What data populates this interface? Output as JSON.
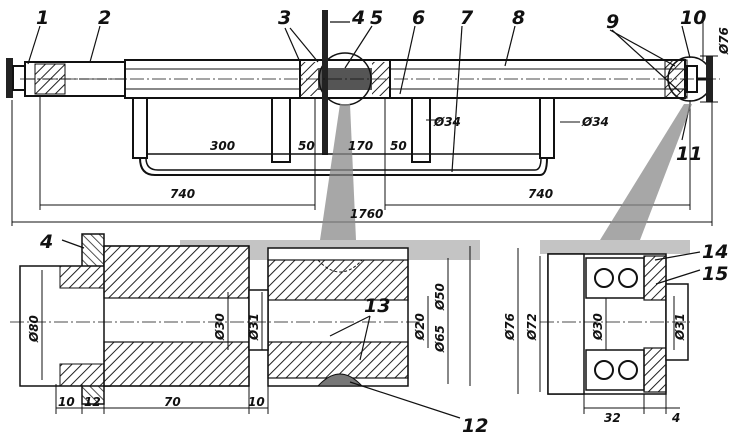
{
  "title": "",
  "callouts": [
    "1",
    "2",
    "3",
    "4",
    "5",
    "6",
    "7",
    "8",
    "9",
    "10",
    "11",
    "12",
    "13",
    "14",
    "15"
  ],
  "dimensions": {
    "shaft_dia_76": "Ø76",
    "post_dia_a": "Ø34",
    "post_dia_b": "Ø34",
    "span_300": "300",
    "gap_50_a": "50",
    "span_170": "170",
    "gap_50_b": "50",
    "half_left_740": "740",
    "half_right_740": "740",
    "overall_1760": "1760",
    "detail_dia_80": "Ø80",
    "detail_dia_30": "Ø30",
    "detail_dia_31": "Ø31",
    "detail_dia_20": "Ø20",
    "detail_dia_50": "Ø50",
    "detail_dia_65": "Ø65",
    "len_10_a": "10",
    "len_12": "12",
    "len_70": "70",
    "len_10_b": "10",
    "brg_dia_76": "Ø76",
    "brg_dia_72": "Ø72",
    "brg_dia_30": "Ø30",
    "brg_dia_31": "Ø31",
    "brg_len_32": "32",
    "brg_len_4": "4"
  },
  "colors": {
    "ink": "#111111",
    "hatch": "#333333",
    "paper": "#ffffff",
    "tone": "#8a8a8a"
  }
}
